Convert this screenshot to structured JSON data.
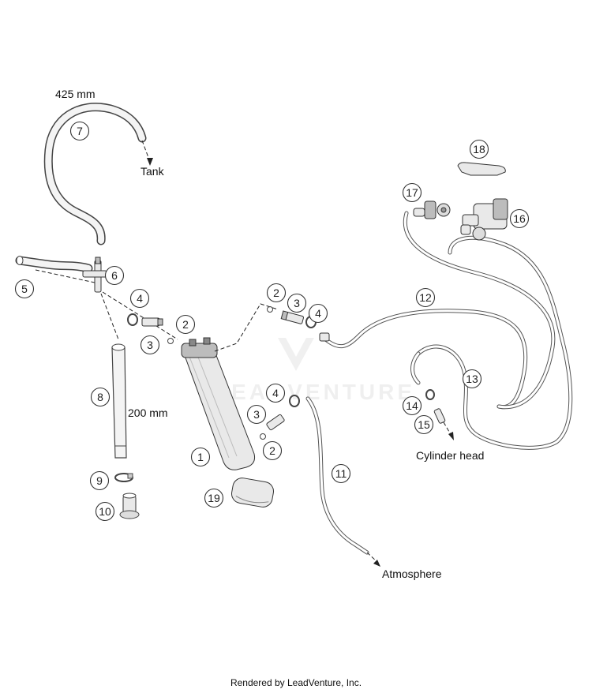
{
  "labels": {
    "length_7": "425 mm",
    "tank": "Tank",
    "length_8": "200 mm",
    "cylinder_head": "Cylinder head",
    "atmosphere": "Atmosphere"
  },
  "callouts": [
    "1",
    "2",
    "2",
    "2",
    "3",
    "3",
    "3",
    "4",
    "4",
    "4",
    "5",
    "6",
    "7",
    "8",
    "9",
    "10",
    "11",
    "12",
    "13",
    "14",
    "15",
    "16",
    "17",
    "18",
    "19"
  ],
  "watermark": "LEADVENTURE",
  "footer": "Rendered by LeadVenture, Inc."
}
